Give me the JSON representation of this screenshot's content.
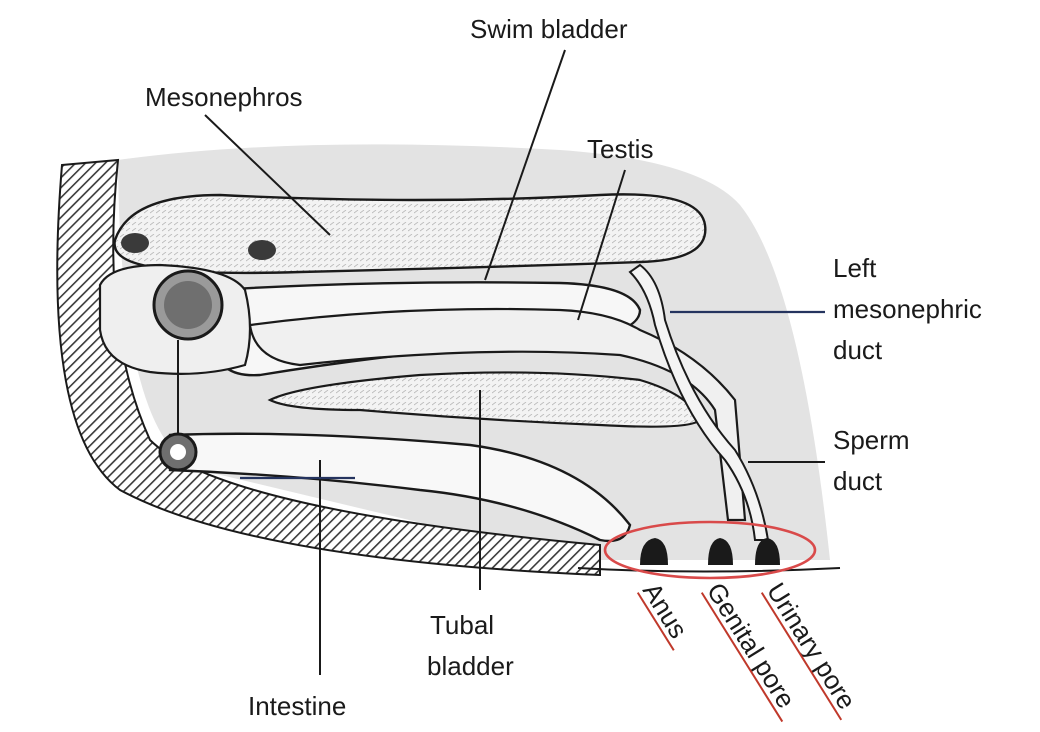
{
  "diagram": {
    "labels": {
      "swim_bladder": "Swim bladder",
      "mesonephros": "Mesonephros",
      "testis": "Testis",
      "left_mesonephric_duct": [
        "Left",
        "mesonephric",
        "duct"
      ],
      "sperm_duct": [
        "Sperm",
        "duct"
      ],
      "tubal_bladder": [
        "Tubal",
        "bladder"
      ],
      "intestine": "Intestine",
      "anus": "Anus",
      "genital_pore": "Genital pore",
      "urinary_pore": "Urinary pore"
    },
    "colors": {
      "body_cavity": "#e3e3e3",
      "body_wall_hatch": "#3a3a3a",
      "organ_fill": "#f2f2f2",
      "outline": "#1a1a1a",
      "highlight_ring": "#d94a4a",
      "underline_red": "#c0392b",
      "duct_leader": "#25345f"
    }
  }
}
